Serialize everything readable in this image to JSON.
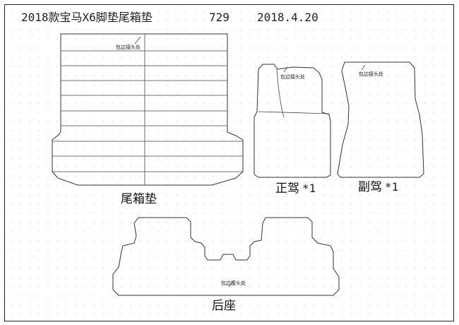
{
  "title": {
    "model": "2018款宝马X6脚垫尾箱垫",
    "number": "729",
    "date": "2018.4.20"
  },
  "note": "包边接头处",
  "pieces": {
    "trunk": {
      "label": "尾箱垫"
    },
    "driver": {
      "label": "正驾",
      "qty": "*1"
    },
    "passenger": {
      "label": "副驾",
      "qty": "*1"
    },
    "rear": {
      "label": "后座"
    }
  },
  "colors": {
    "line": "#333333",
    "grid": "#9a9a9a",
    "border": "#222222"
  }
}
